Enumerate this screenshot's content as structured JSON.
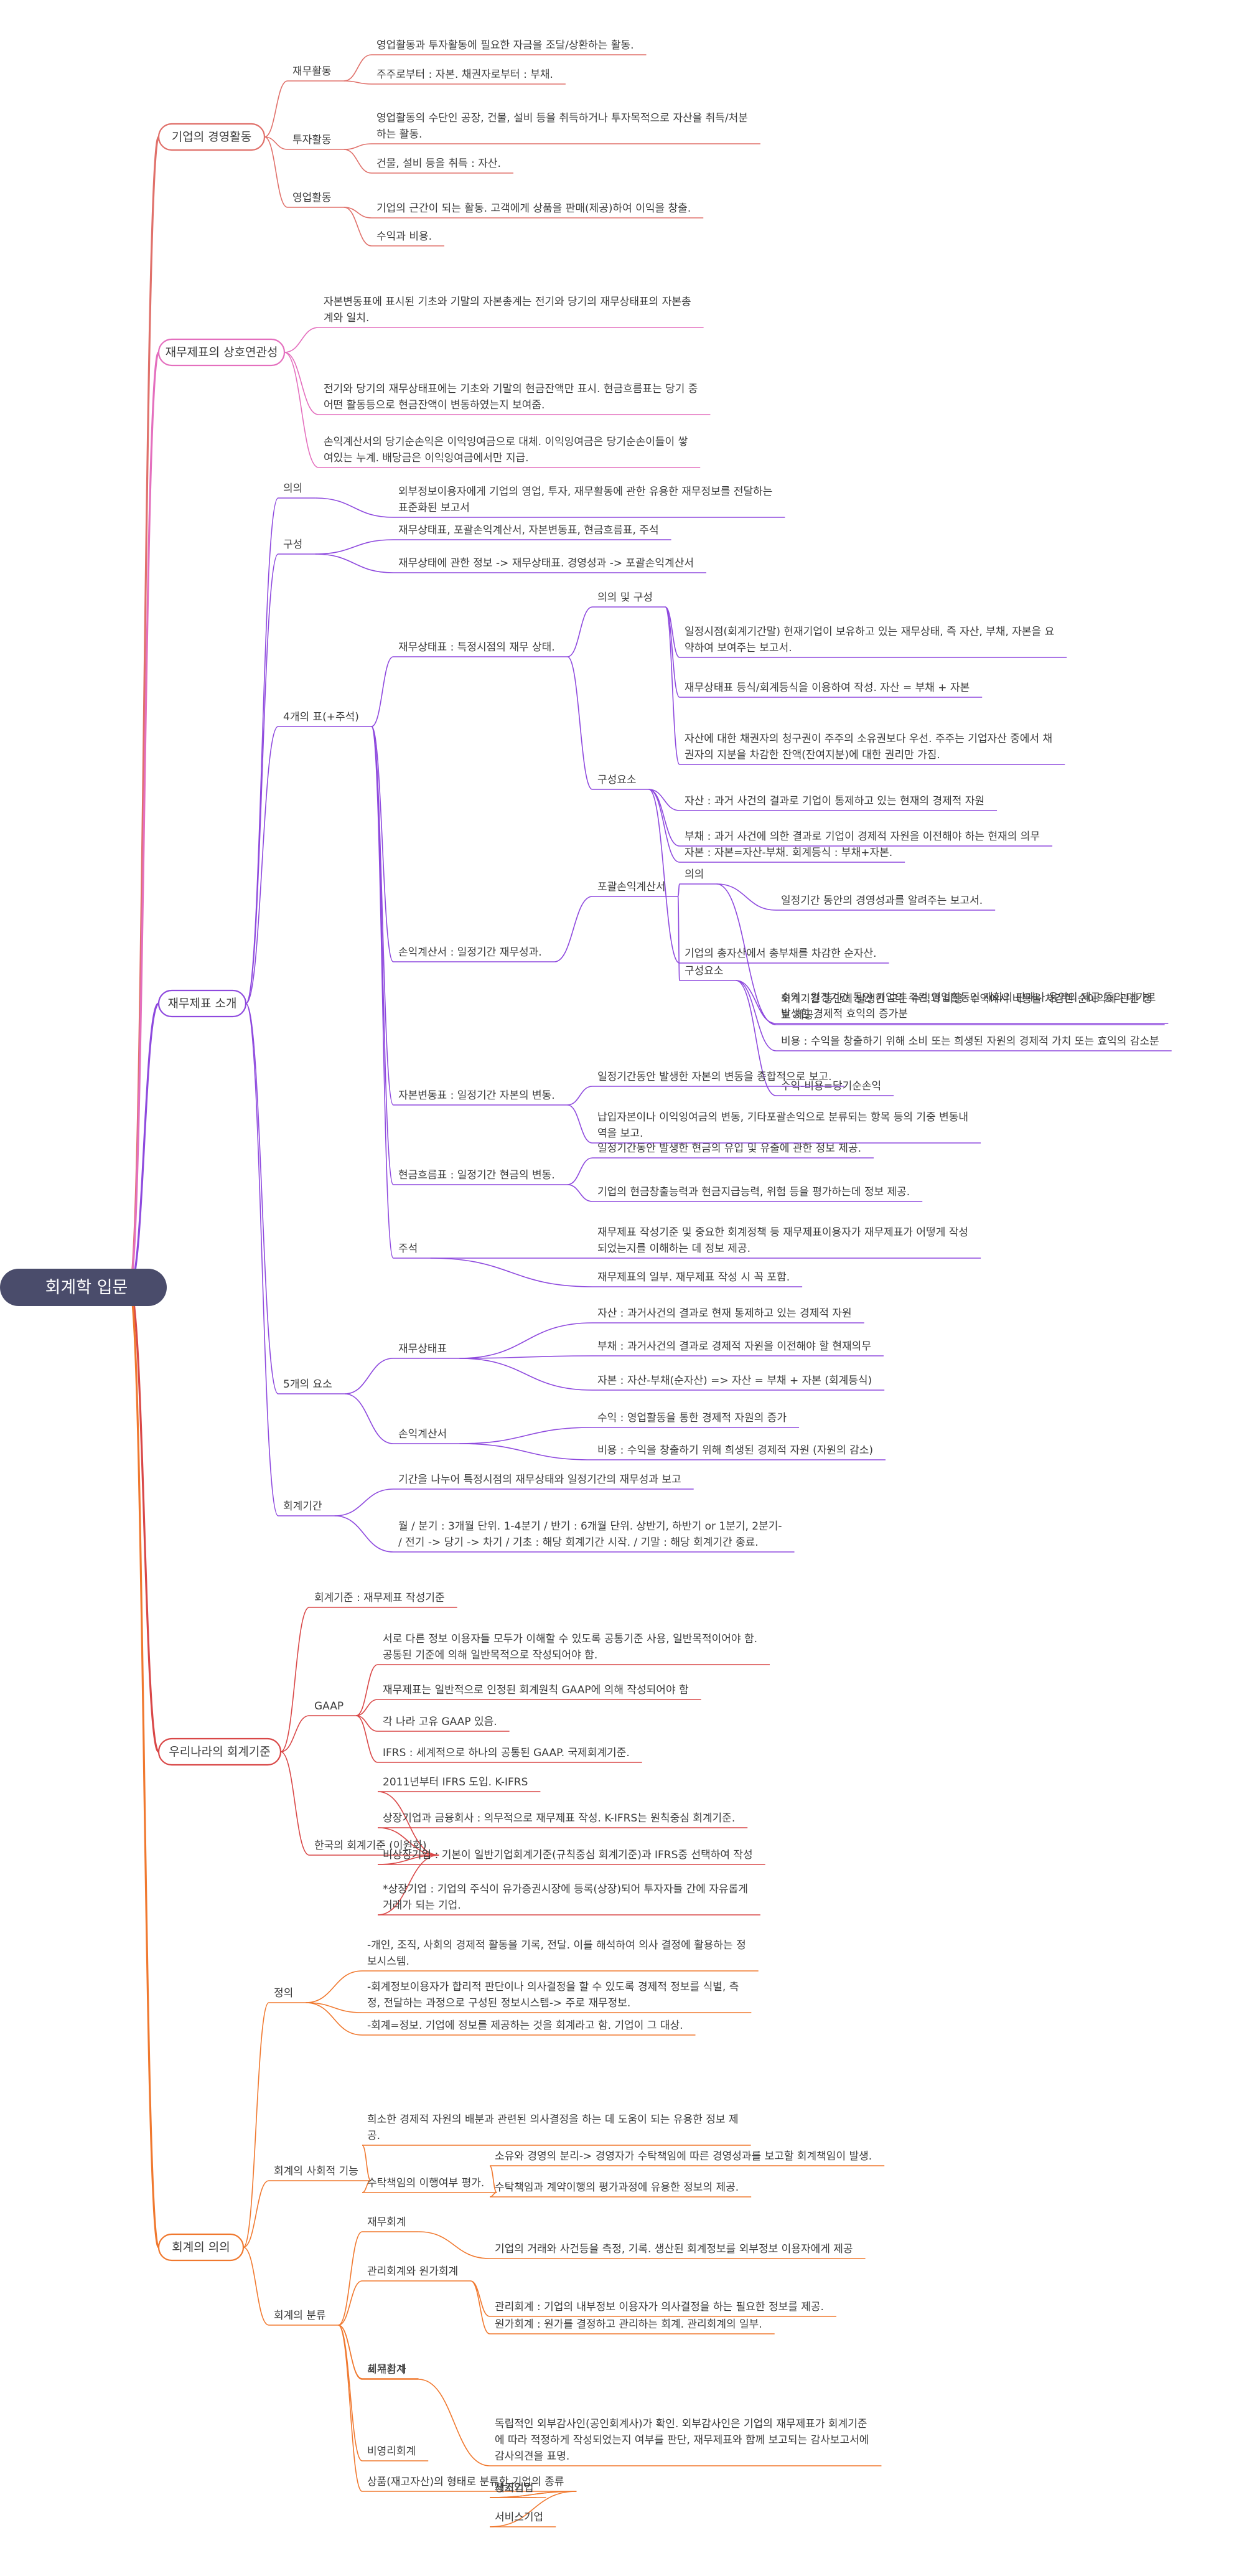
{
  "root": {
    "label": "회계학 입문"
  },
  "branches": [
    {
      "label": "기업의 경영활동",
      "color": "#e0706a",
      "children": [
        {
          "label": "재무활동",
          "children": [
            {
              "label": "영업활동과 투자활동에 필요한 자금을 조달/상환하는 활동."
            },
            {
              "label": "주주로부터 : 자본. 채권자로부터 : 부채."
            }
          ]
        },
        {
          "label": "투자활동",
          "children": [
            {
              "label": "영업활동의 수단인 공장, 건물, 설비 등을 취득하거나 투자목적으로 자산을 취득/처분",
              "label2": "하는 활동."
            },
            {
              "label": "건물, 설비 등을 취득 : 자산."
            }
          ]
        },
        {
          "label": "영업활동",
          "children": [
            {
              "label": "기업의 근간이 되는 활동. 고객에게 상품을 판매(제공)하여 이익을 창출."
            },
            {
              "label": "수익과 비용."
            }
          ]
        }
      ]
    },
    {
      "label": "재무제표의 상호연관성",
      "color": "#e46fbe",
      "children": [
        {
          "label": "자본변동표에 표시된 기초와 기말의 자본총계는 전기와 당기의 재무상태표의 자본총",
          "label2": "계와 일치."
        },
        {
          "label": "전기와 당기의 재무상태표에는 기초와 기말의 현금잔액만 표시. 현금흐름표는 당기 중",
          "label2": "어떤 활동등으로 현금잔액이 변동하였는지 보여줌."
        },
        {
          "label": "손익계산서의 당기순손익은 이익잉여금으로 대체. 이익잉여금은 당기순손이들이 쌓",
          "label2": "여있는 누계. 배당금은 이익잉여금에서만 지급."
        }
      ]
    },
    {
      "label": "재무제표 소개",
      "color": "#8e49de",
      "children": [
        {
          "label": "의의",
          "children": [
            {
              "label": "외부정보이용자에게 기업의 영업, 투자, 재무활동에 관한 유용한 재무정보를 전달하는",
              "label2": "표준화된 보고서"
            }
          ]
        },
        {
          "label": "구성",
          "children": [
            {
              "label": "재무상태표, 포괄손익계산서, 자본변동표, 현금흐름표, 주석"
            },
            {
              "label": "재무상태에 관한 정보 -> 재무상태표. 경영성과 -> 포괄손익계산서"
            }
          ]
        },
        {
          "label": "4개의 표(+주석)",
          "children": [
            {
              "label": "재무상태표 : 특정시점의 재무 상태.",
              "children": [
                {
                  "label": "의의 및 구성",
                  "children": [
                    {
                      "label": "일정시점(회계기간말) 현재기업이 보유하고 있는 재무상태, 즉 자산, 부채, 자본을 요",
                      "label2": "약하여 보여주는 보고서."
                    },
                    {
                      "label": "재무상태표 등식/회계등식을 이용하여 작성. 자산 = 부채 + 자본"
                    },
                    {
                      "label": "자산에 대한 채권자의 청구권이 주주의 소유권보다 우선. 주주는 기업자산 중에서 채",
                      "label2": "권자의 지분을 차감한 잔액(잔여지분)에 대한 권리만 가짐."
                    }
                  ]
                },
                {
                  "label": "구성요소",
                  "children": [
                    {
                      "label": "자산 : 과거 사건의 결과로 기업이 통제하고 있는 현재의 경제적 자원"
                    },
                    {
                      "label": "부채 : 과거 사건에 의한 결과로 기업이 경제적 자원을 이전해야 하는 현재의 의무"
                    },
                    {
                      "label": "자본 : 자본=자산-부채. 회계등식 : 부채+자본."
                    },
                    {
                      "label": "기업의 총자산에서 총부채를 차감한 순자산."
                    }
                  ]
                }
              ]
            },
            {
              "label": "손익계산서 : 일정기간 재무성과.",
              "children": [
                {
                  "label": "포괄손익계산서",
                  "children": [
                    {
                      "label": "의의",
                      "children": [
                        {
                          "label": "일정기간 동안의 경영성과를 알려주는 보고서."
                        },
                        {
                          "label": "회계기간 동안에 발생한 모든 수익과 비용. 수익에서 비용을 차감한 순이익에 관한 정",
                          "label2": "보 제공."
                        }
                      ]
                    },
                    {
                      "label": "구성요소",
                      "children": [
                        {
                          "label": "수익 : 일정기간 동안 기업의 주된 영업활동인 재화의 판매나 용역의 제공 등의 대가로",
                          "label2": "발생한 경제적 효익의 증가분"
                        },
                        {
                          "label": "비용 : 수익을 창출하기 위해 소비 또는 희생된 자원의 경제적 가치 또는 효익의 감소분"
                        },
                        {
                          "label": "수익-비용=당기순손익"
                        }
                      ]
                    }
                  ]
                }
              ]
            },
            {
              "label": "자본변동표 : 일정기간 자본의 변동.",
              "children": [
                {
                  "label": "일정기간동안 발생한 자본의 변동을 종합적으로 보고."
                },
                {
                  "label": "납입자본이나 이익잉여금의 변동, 기타포괄손익으로 분류되는 항목 등의 기중 변동내",
                  "label2": "역을 보고."
                }
              ]
            },
            {
              "label": "현금흐름표 : 일정기간 현금의 변동.",
              "children": [
                {
                  "label": "일정기간동안 발생한 현금의 유입 및 유출에 관한 정보 제공."
                },
                {
                  "label": "기업의 현금창출능력과 현금지급능력, 위험 등을 평가하는데 정보 제공."
                }
              ]
            },
            {
              "label": "주석",
              "children": [
                {
                  "label": "재무제표 작성기준 및 중요한 회계정책 등 재무제표이용자가 재무제표가 어떻게 작성",
                  "label2": "되었는지를 이해하는 데 정보 제공."
                },
                {
                  "label": "재무제표의 일부. 재무제표 작성 시 꼭 포함."
                }
              ]
            }
          ]
        },
        {
          "label": "5개의 요소",
          "children": [
            {
              "label": "재무상태표",
              "children": [
                {
                  "label": "자산 : 과거사건의 결과로 현재 통제하고 있는 경제적 자원"
                },
                {
                  "label": "부채 : 과거사건의 결과로 경제적 자원을 이전해야 할 현재의무"
                },
                {
                  "label": "자본 : 자산-부채(순자산) => 자산 = 부채 + 자본 (회계등식)"
                }
              ]
            },
            {
              "label": "손익계산서",
              "children": [
                {
                  "label": "수익 : 영업활동을 통한 경제적 자원의 증가"
                },
                {
                  "label": "비용 : 수익을 창출하기 위해 희생된 경제적 자원 (자원의 감소)"
                }
              ]
            }
          ]
        },
        {
          "label": "회계기간",
          "children": [
            {
              "label": "기간을 나누어 특정시점의 재무상태와 일정기간의 재무성과 보고"
            },
            {
              "label": "월 / 분기 : 3개월 단위. 1-4분기 / 반기 : 6개월 단위. 상반기, 하반기 or 1분기, 2분기-",
              "label2": "/ 전기 -> 당기 -> 차기 / 기초 : 해당 회계기간 시작. / 기말 : 해당 회계기간 종료."
            }
          ]
        }
      ]
    },
    {
      "label": "우리나라의 회계기준",
      "color": "#d94747",
      "children": [
        {
          "label": "회계기준 : 재무제표 작성기준"
        },
        {
          "label": "GAAP",
          "children": [
            {
              "label": "서로 다른 정보 이용자들 모두가 이해할 수 있도록 공통기준 사용, 일반목적이어야 함.",
              "label2": "공통된 기준에 의해 일반목적으로 작성되어야 함."
            },
            {
              "label": "재무제표는 일반적으로 인정된 회계원칙 GAAP에 의해 작성되어야 함"
            },
            {
              "label": "각 나라 고유 GAAP 있음."
            },
            {
              "label": "IFRS : 세계적으로 하나의 공통된 GAAP. 국제회계기준."
            }
          ]
        },
        {
          "label": "한국의 회계기준 (이원화)",
          "children": [
            {
              "label": "2011년부터 IFRS 도입. K-IFRS"
            },
            {
              "label": "상장기업과 금융회사 : 의무적으로 재무제표 작성. K-IFRS는 원칙중심 회계기준."
            },
            {
              "label": "비상장기업 : 기본이 일반기업회계기준(규칙중심 회계기준)과 IFRS중 선택하여 작성"
            },
            {
              "label": "*상장기업 : 기업의 주식이 유가증권시장에 등록(상장)되어 투자자들 간에 자유롭게",
              "label2": "거래가 되는 기업."
            }
          ]
        }
      ]
    },
    {
      "label": "회계의 의의",
      "color": "#f0782e",
      "children": [
        {
          "label": "정의",
          "children": [
            {
              "label": "-개인, 조직, 사회의 경제적 활동을 기록, 전달. 이를 해석하여 의사 결정에 활용하는 정",
              "label2": "보시스템."
            },
            {
              "label": "-회계정보이용자가 합리적 판단이나 의사결정을 할 수 있도록 경제적 정보를 식별, 측",
              "label2": "정, 전달하는 과정으로 구성된 정보시스템-> 주로 재무정보."
            },
            {
              "label": "-회계=정보. 기업에 정보를 제공하는 것을 회계라고 함. 기업이 그 대상."
            }
          ]
        },
        {
          "label": "회계의 사회적 기능",
          "children": [
            {
              "label": "희소한 경제적 자원의 배분과 관련된 의사결정을 하는 데 도움이 되는 유용한 정보 제",
              "label2": "공."
            },
            {
              "label": "수탁책임의 이행여부 평가.",
              "children": [
                {
                  "label": "소유와 경영의 분리-> 경영자가 수탁책임에 따른 경영성과를 보고할 회계책임이 발생."
                },
                {
                  "label": "수탁책임과 계약이행의 평가과정에 유용한 정보의 제공."
                }
              ]
            }
          ]
        },
        {
          "label": "회계의 분류",
          "children": [
            {
              "label": "재무회계",
              "children": [
                {
                  "label": "기업의 거래와 사건등을 측정, 기록. 생산된 회계정보를 외부정보 이용자에게 제공"
                }
              ]
            },
            {
              "label": "관리회계와 원가회계",
              "children": [
                {
                  "label": "관리회계 : 기업의 내부정보 이용자가 의사결정을 하는 필요한 정보를 제공."
                },
                {
                  "label": "원가회계 : 원가를 결정하고 관리하는 회계. 관리회계의 일부."
                }
              ]
            },
            {
              "label": "세무회계"
            },
            {
              "label": "회계감사",
              "children": [
                {
                  "label": "독립적인 외부감사인(공인회계사)가 확인. 외부감사인은 기업의 재무제표가 회계기준",
                  "label2": "에 따라 적정하게 작성되었는지 여부를 판단, 재무제표와 함께 보고되는 감사보고서에",
                  "label3": "감사의견을 표명."
                }
              ]
            },
            {
              "label": "비영리회계"
            },
            {
              "label": "상품(재고자산)의 형태로 분류한 기업의 종류",
              "children": [
                {
                  "label": "서비스기업"
                },
                {
                  "label": "상기업"
                },
                {
                  "label": "제조기업"
                }
              ]
            }
          ]
        }
      ]
    }
  ]
}
